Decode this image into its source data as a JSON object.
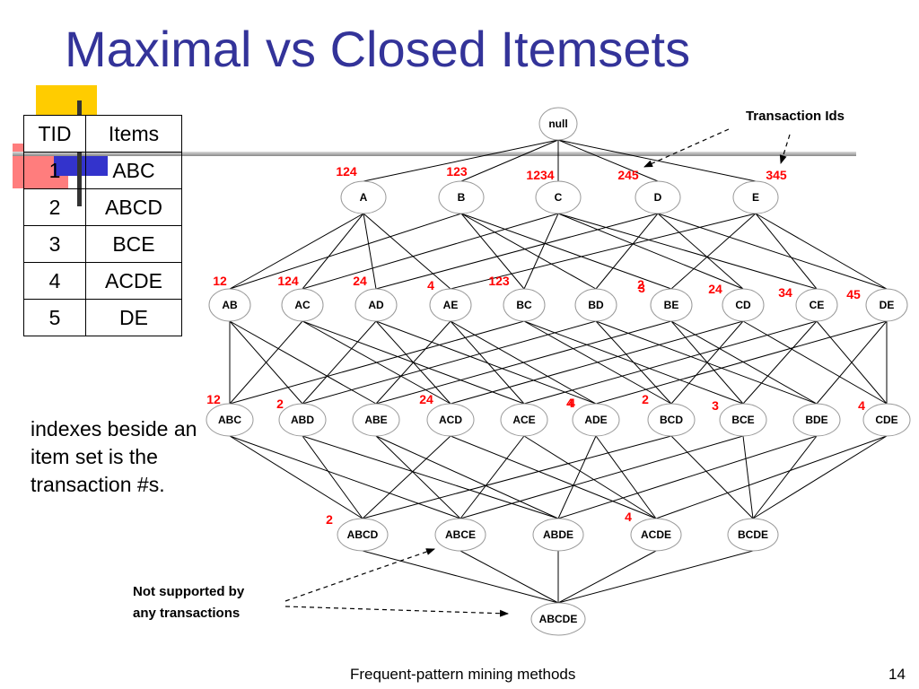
{
  "title": "Maximal vs Closed Itemsets",
  "table": {
    "headers": [
      "TID",
      "Items"
    ],
    "rows": [
      [
        "1",
        "ABC"
      ],
      [
        "2",
        "ABCD"
      ],
      [
        "3",
        "BCE"
      ],
      [
        "4",
        "ACDE"
      ],
      [
        "5",
        "DE"
      ]
    ]
  },
  "note": "indexes beside an item set is the transaction #s.",
  "annotations": {
    "transaction_ids": "Transaction Ids",
    "not_supported": [
      "Not supported by",
      "any transactions"
    ]
  },
  "lattice": {
    "levels": [
      [
        {
          "id": "null",
          "tids": ""
        }
      ],
      [
        {
          "id": "A",
          "tids": "124"
        },
        {
          "id": "B",
          "tids": "123"
        },
        {
          "id": "C",
          "tids": "1234"
        },
        {
          "id": "D",
          "tids": "245"
        },
        {
          "id": "E",
          "tids": "345"
        }
      ],
      [
        {
          "id": "AB",
          "tids": "12"
        },
        {
          "id": "AC",
          "tids": "124"
        },
        {
          "id": "AD",
          "tids": "24"
        },
        {
          "id": "AE",
          "tids": "4"
        },
        {
          "id": "BC",
          "tids": "123"
        },
        {
          "id": "BD",
          "tids": "2"
        },
        {
          "id": "BE",
          "tids": "3"
        },
        {
          "id": "CD",
          "tids": "24"
        },
        {
          "id": "CE",
          "tids": "34"
        },
        {
          "id": "DE",
          "tids": "45"
        }
      ],
      [
        {
          "id": "ABC",
          "tids": "12"
        },
        {
          "id": "ABD",
          "tids": "2"
        },
        {
          "id": "ABE",
          "tids": ""
        },
        {
          "id": "ACD",
          "tids": "24"
        },
        {
          "id": "ACE",
          "tids": "4"
        },
        {
          "id": "ADE",
          "tids": "4"
        },
        {
          "id": "BCD",
          "tids": "2"
        },
        {
          "id": "BCE",
          "tids": "3"
        },
        {
          "id": "BDE",
          "tids": ""
        },
        {
          "id": "CDE",
          "tids": "4"
        }
      ],
      [
        {
          "id": "ABCD",
          "tids": "2"
        },
        {
          "id": "ABCE",
          "tids": ""
        },
        {
          "id": "ABDE",
          "tids": ""
        },
        {
          "id": "ACDE",
          "tids": "4"
        },
        {
          "id": "BCDE",
          "tids": ""
        }
      ],
      [
        {
          "id": "ABCDE",
          "tids": ""
        }
      ]
    ]
  },
  "footer": {
    "center": "Frequent-pattern mining methods",
    "page": "14"
  },
  "colors": {
    "title": "#333399",
    "tids": "#ff0000",
    "lines": "#000000"
  }
}
